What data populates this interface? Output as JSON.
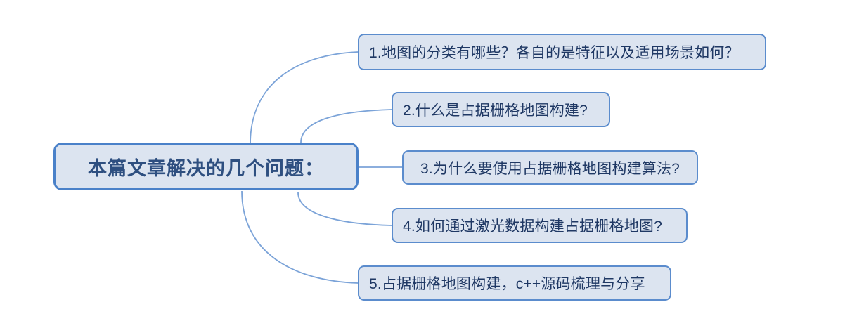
{
  "diagram": {
    "type": "mind-map",
    "background_color": "#ffffff",
    "node_fill_color": "#dce4f0",
    "node_border_color": "#5b8ccd",
    "root_border_color": "#4a81c9",
    "root_text_color": "#2e4f80",
    "branch_text_color": "#1f3864",
    "connector_color": "#7ba3d8",
    "root": {
      "label": "本篇文章解决的几个问题："
    },
    "branches": [
      {
        "index": "1",
        "label": "1.地图的分类有哪些？各自的是特征以及适用场景如何？"
      },
      {
        "index": "2",
        "label": "2.什么是占据栅格地图构建?"
      },
      {
        "index": "3",
        "label": "3.为什么要使用占据栅格地图构建算法?"
      },
      {
        "index": "4",
        "label": "4.如何通过激光数据构建占据栅格地图?"
      },
      {
        "index": "5",
        "label": "5.占据栅格地图构建，c++源码梳理与分享"
      }
    ]
  }
}
